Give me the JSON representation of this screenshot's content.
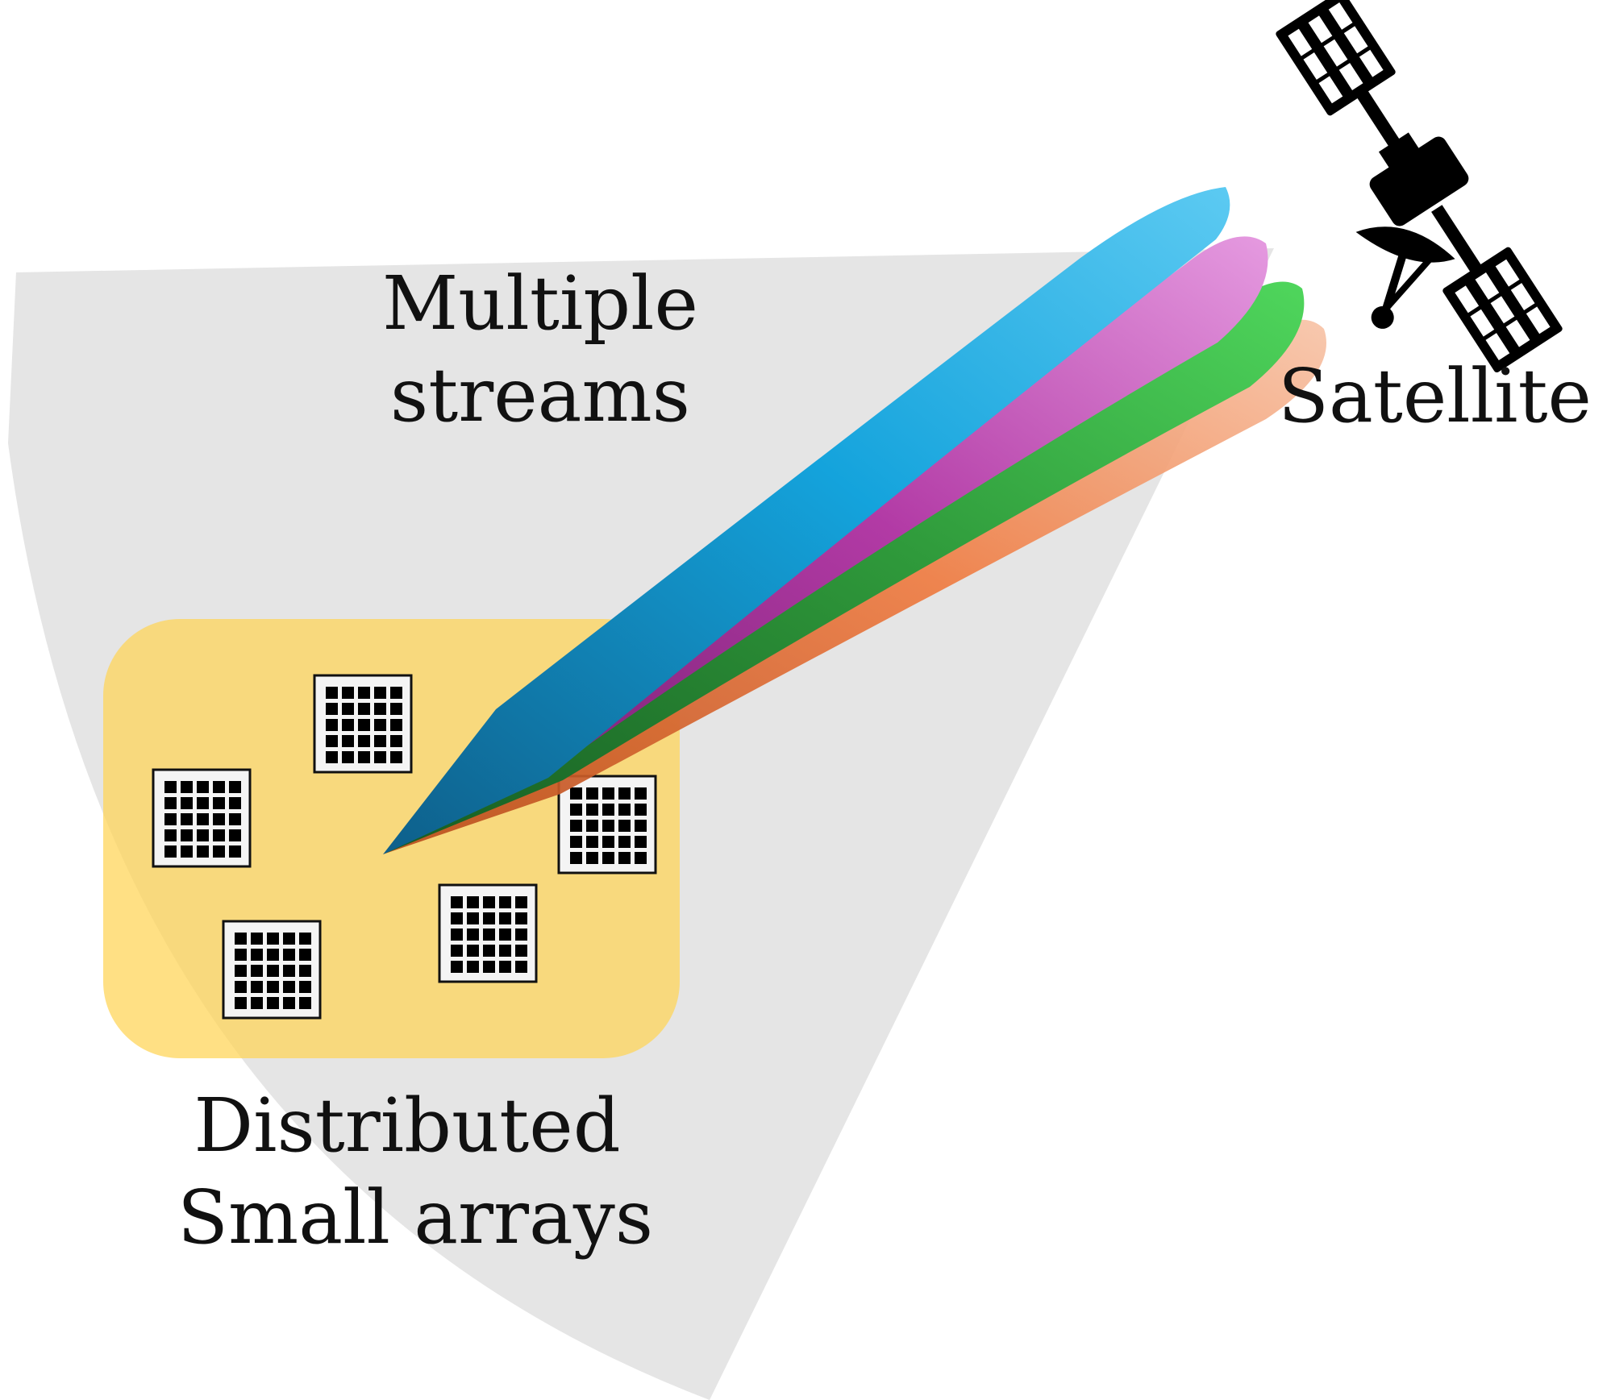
{
  "labels": {
    "streams_line1": "Multiple",
    "streams_line2": "streams",
    "satellite": "Satellite",
    "arrays_line1": "Distributed",
    "arrays_line2": "Small arrays"
  },
  "elements": {
    "coverage_area": "coverage-footprint",
    "array_region": "array-region",
    "arrays": [
      "small-array-icon",
      "small-array-icon",
      "small-array-icon",
      "small-array-icon",
      "small-array-icon"
    ],
    "beams": [
      "stream-beam-blue",
      "stream-beam-magenta",
      "stream-beam-green",
      "stream-beam-orange"
    ],
    "satellite_icon": "satellite-icon"
  },
  "colors": {
    "coverage": "#e5e5e5",
    "array_region": "#f0d373",
    "beam_blue": "#1aa3dd",
    "beam_magenta": "#a8349e",
    "beam_green": "#2e9e3a",
    "beam_orange": "#ee7a40",
    "icon": "#000000"
  }
}
